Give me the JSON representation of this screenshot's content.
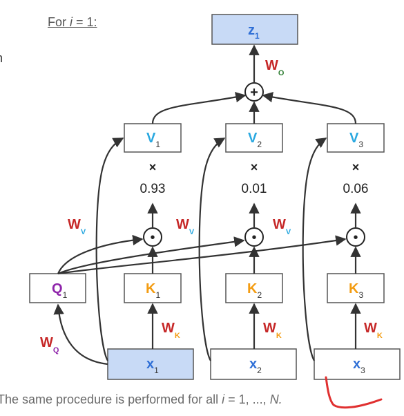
{
  "heading": {
    "prefix": "For ",
    "var": "i",
    "suffix": " = 1:"
  },
  "cut_text": "n",
  "footer": {
    "prefix": "The same procedure is performed for all ",
    "var": "i",
    "eq": " = 1, ..., ",
    "end": "N."
  },
  "nodes": {
    "z": {
      "main": "z",
      "sub": "1"
    },
    "q": {
      "main": "Q",
      "sub": "1"
    },
    "v": [
      {
        "main": "V",
        "sub": "1"
      },
      {
        "main": "V",
        "sub": "2"
      },
      {
        "main": "V",
        "sub": "3"
      }
    ],
    "k": [
      {
        "main": "K",
        "sub": "1"
      },
      {
        "main": "K",
        "sub": "2"
      },
      {
        "main": "K",
        "sub": "3"
      }
    ],
    "x": [
      {
        "main": "x",
        "sub": "1"
      },
      {
        "main": "x",
        "sub": "2"
      },
      {
        "main": "x",
        "sub": "3"
      }
    ]
  },
  "weights": {
    "wo": {
      "main": "W",
      "sub": "O"
    },
    "wq": {
      "main": "W",
      "sub": "Q"
    },
    "wv": {
      "main": "W",
      "sub": "V"
    },
    "wk": {
      "main": "W",
      "sub": "K"
    }
  },
  "scores": [
    "0.93",
    "0.01",
    "0.06"
  ],
  "times_symbol": "×",
  "plus_symbol": "+",
  "dot_symbol": "•",
  "colors": {
    "x_box_fill": "#c8daf6",
    "z_box_fill": "#c8daf6",
    "box_stroke": "#555555",
    "arrow": "#333333",
    "q_color": "#8e24aa",
    "k_color": "#f39c12",
    "v_color": "#29a8e0",
    "x_color": "#2f6fd6",
    "w_color": "#c62828",
    "wo_sub_color": "#2e7d32",
    "wq_sub_color": "#8e24aa",
    "wv_sub_color": "#29a8e0",
    "wk_sub_color": "#f39c12",
    "mark": "#e03030"
  }
}
